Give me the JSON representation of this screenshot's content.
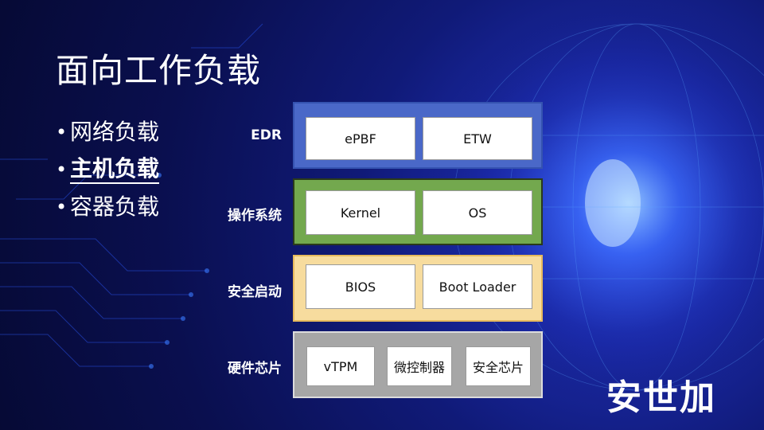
{
  "slide": {
    "title": "面向工作负载",
    "bullets": [
      {
        "bullet": "•",
        "text": "网络负载",
        "active": false
      },
      {
        "bullet": "•",
        "text": "主机负载",
        "active": true
      },
      {
        "bullet": "•",
        "text": "容器负载",
        "active": false
      }
    ],
    "layers": [
      {
        "label": "EDR",
        "items": [
          "ePBF",
          "ETW"
        ],
        "color": "#4a68c8"
      },
      {
        "label": "操作系统",
        "items": [
          "Kernel",
          "OS"
        ],
        "color": "#73a84e"
      },
      {
        "label": "安全启动",
        "items": [
          "BIOS",
          "Boot Loader"
        ],
        "color": "#f7dc9e"
      },
      {
        "label": "硬件芯片",
        "items": [
          "vTPM",
          "微控制器",
          "安全芯片"
        ],
        "color": "#a6a6a6"
      }
    ],
    "logo": "安世加"
  },
  "colors": {
    "background_dark": "#0a0f4f",
    "background_glow": "#3a5cff"
  }
}
